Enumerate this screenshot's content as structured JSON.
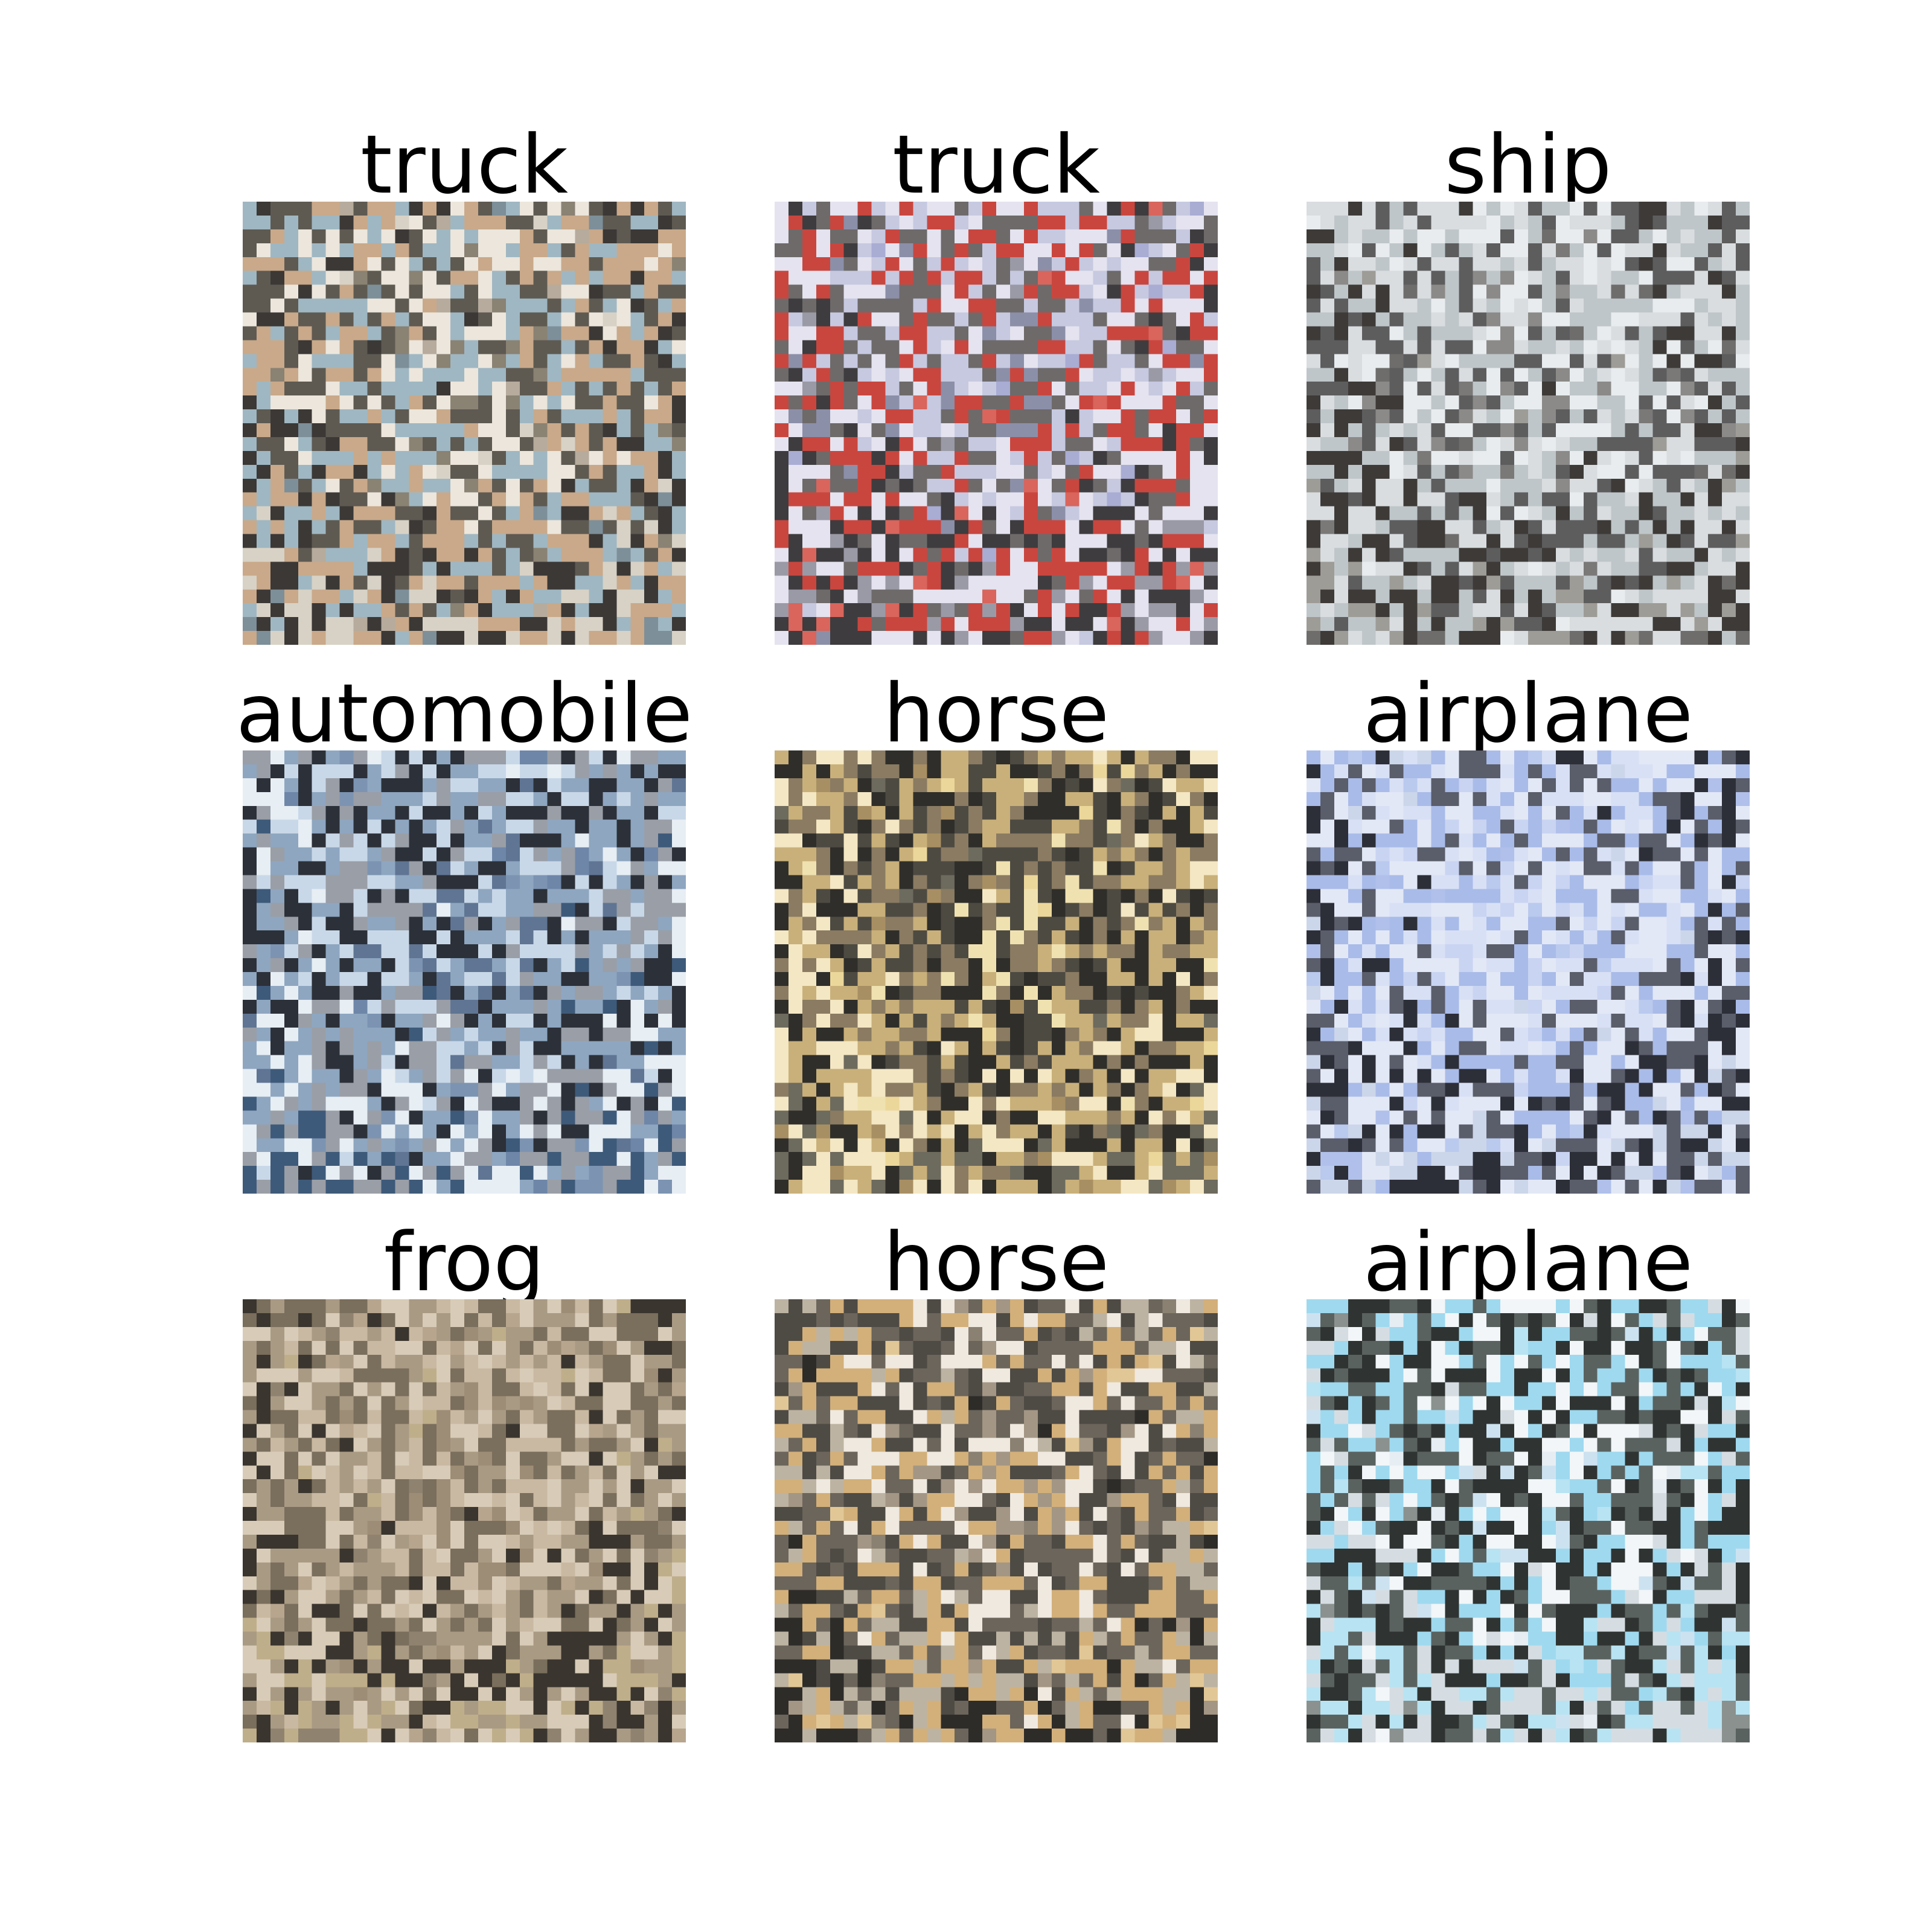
{
  "figure": {
    "panels": [
      {
        "label": "truck",
        "palette": [
          "#b6ab9c",
          "#8a8273",
          "#ece6dc",
          "#5e5a52",
          "#9fb7c2",
          "#c9a98a",
          "#3b3836",
          "#d8d2c6",
          "#7d8f99"
        ]
      },
      {
        "label": "truck",
        "palette": [
          "#a9acd3",
          "#8c8fa8",
          "#c6c9e0",
          "#6e6a6a",
          "#c9463f",
          "#e4e3ef",
          "#3e3c3e",
          "#9a9aa6",
          "#d9655c"
        ]
      },
      {
        "label": "ship",
        "palette": [
          "#7a7978",
          "#8b8a88",
          "#e8ecee",
          "#5d5d5e",
          "#bfc6c9",
          "#d9dde0",
          "#3d3a38",
          "#9e9c97",
          "#6e6d6c"
        ]
      },
      {
        "label": "automobile",
        "palette": [
          "#6e86a8",
          "#5f7593",
          "#c9d8e8",
          "#2c3038",
          "#8ea6c0",
          "#9a9ea6",
          "#e7eef4",
          "#3e5a7a",
          "#7c94b2"
        ]
      },
      {
        "label": "horse",
        "palette": [
          "#ecd79a",
          "#f0e2b0",
          "#4d4a42",
          "#8a7b62",
          "#2f2e2a",
          "#c9b07a",
          "#f4e7c3",
          "#6d6a5e",
          "#a88f63"
        ]
      },
      {
        "label": "airplane",
        "palette": [
          "#bac9ee",
          "#c9d4f2",
          "#d8e0f5",
          "#a9bbe8",
          "#e3e8f6",
          "#5a5d6a",
          "#2d2f38",
          "#ccd6ea",
          "#b0c0ea"
        ]
      },
      {
        "label": "frog",
        "palette": [
          "#b8a58e",
          "#9e8d76",
          "#c9b9a2",
          "#7a6e5c",
          "#d8ccb8",
          "#a99a84",
          "#3a352e",
          "#bfae8a",
          "#8f8370"
        ]
      },
      {
        "label": "horse",
        "palette": [
          "#8a8172",
          "#a39684",
          "#efe9e0",
          "#4e4a44",
          "#d3b07a",
          "#6b655b",
          "#bdb3a2",
          "#2e2c29",
          "#e2c796"
        ]
      },
      {
        "label": "airplane",
        "palette": [
          "#e6eef4",
          "#cde2f0",
          "#f2f6f8",
          "#9fd9ef",
          "#2f3432",
          "#5a6260",
          "#d5dde2",
          "#b8e3f2",
          "#8a918e"
        ]
      }
    ]
  }
}
